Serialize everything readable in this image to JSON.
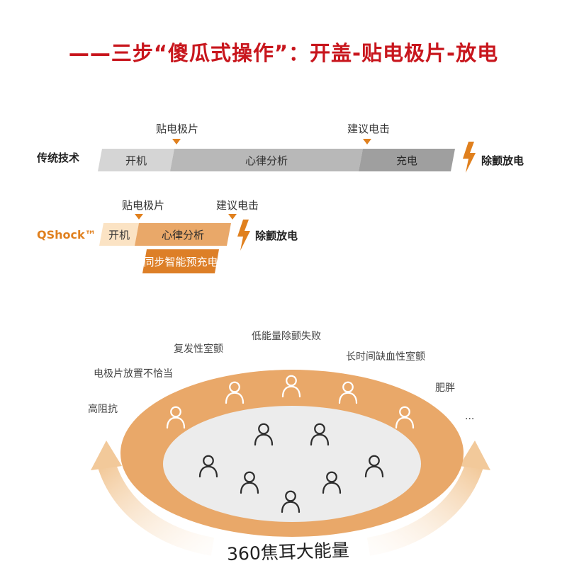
{
  "title": "——三步“傻瓜式操作”：开盖-贴电极片-放电",
  "traditional": {
    "label": "传统技术",
    "marker_pads": "贴电极片",
    "marker_advice": "建议电击",
    "segments": [
      "开机",
      "心律分析",
      "充电"
    ],
    "result": "除颤放电"
  },
  "qshock": {
    "label": "QShock™",
    "marker_pads": "贴电极片",
    "marker_advice": "建议电击",
    "segments": [
      "开机",
      "心律分析"
    ],
    "precharge": "同步智能预充电",
    "result": "除颤放电"
  },
  "scenarios": [
    "高阻抗",
    "电极片放置不恰当",
    "复发性室颤",
    "低能量除颤失败",
    "长时间缺血性室颤",
    "肥胖",
    "..."
  ],
  "bottom_label": "360焦耳大能量",
  "colors": {
    "title_red": "#c8161d",
    "accent_orange": "#e0801e",
    "outer_ring": "#e9a869",
    "inner_fill": "#ececec"
  }
}
